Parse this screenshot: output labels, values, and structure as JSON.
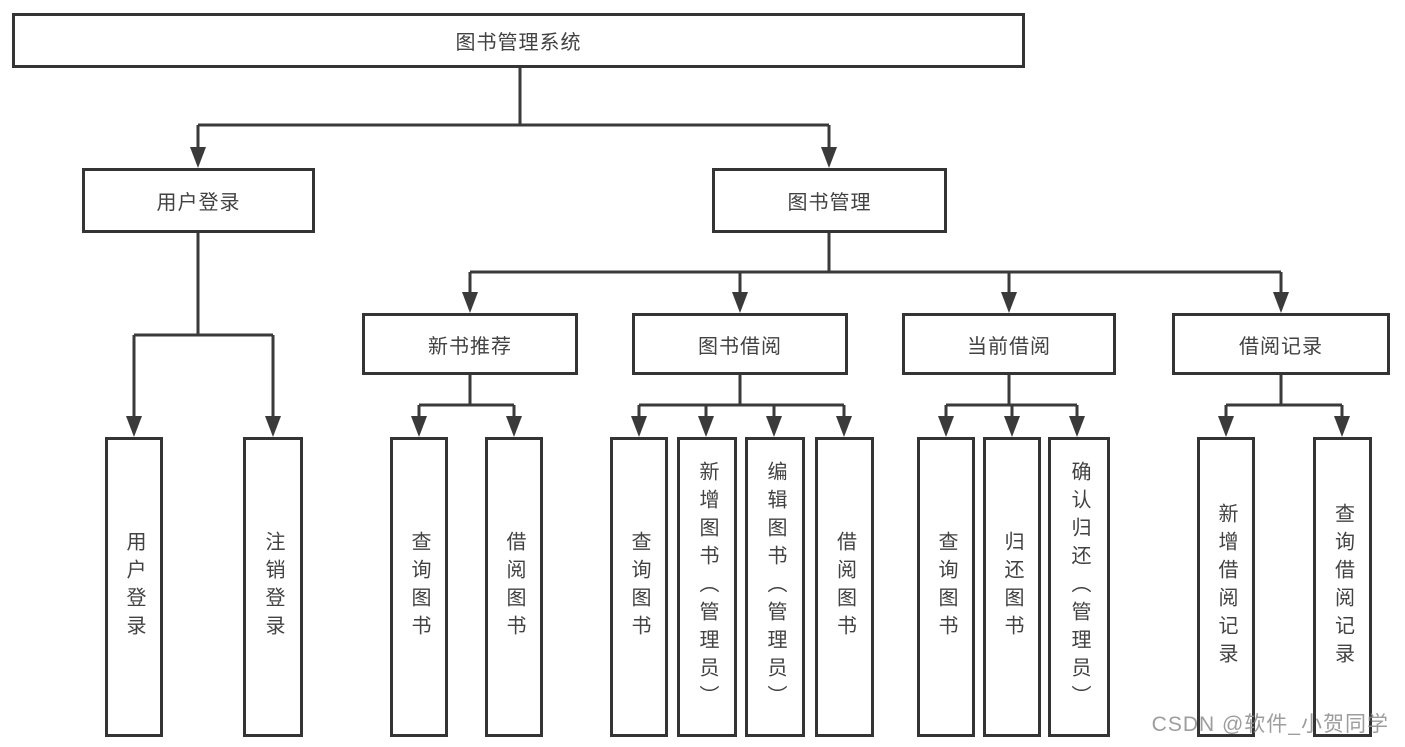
{
  "nodes": {
    "root": {
      "label": "图书管理系统"
    },
    "userLogin": {
      "label": "用户登录",
      "leaves": [
        "用户登录",
        "注销登录"
      ]
    },
    "bookManagement": {
      "label": "图书管理"
    },
    "newBookRecommend": {
      "label": "新书推荐",
      "leaves": [
        "查询图书",
        "借阅图书"
      ]
    },
    "bookBorrow": {
      "label": "图书借阅",
      "leaves": [
        "查询图书",
        "新增图书（管理员）",
        "编辑图书（管理员）",
        "借阅图书"
      ]
    },
    "currentBorrow": {
      "label": "当前借阅",
      "leaves": [
        "查询图书",
        "归还图书",
        "确认归还（管理员）"
      ]
    },
    "borrowRecords": {
      "label": "借阅记录",
      "leaves": [
        "新增借阅记录",
        "查询借阅记录"
      ]
    }
  },
  "watermark": "CSDN @软件_小贺同学",
  "colors": {
    "line": "#3a3a3a",
    "border": "#343434",
    "text": "#424242",
    "watermark": "#8c8c8c",
    "background": "#ffffff"
  }
}
